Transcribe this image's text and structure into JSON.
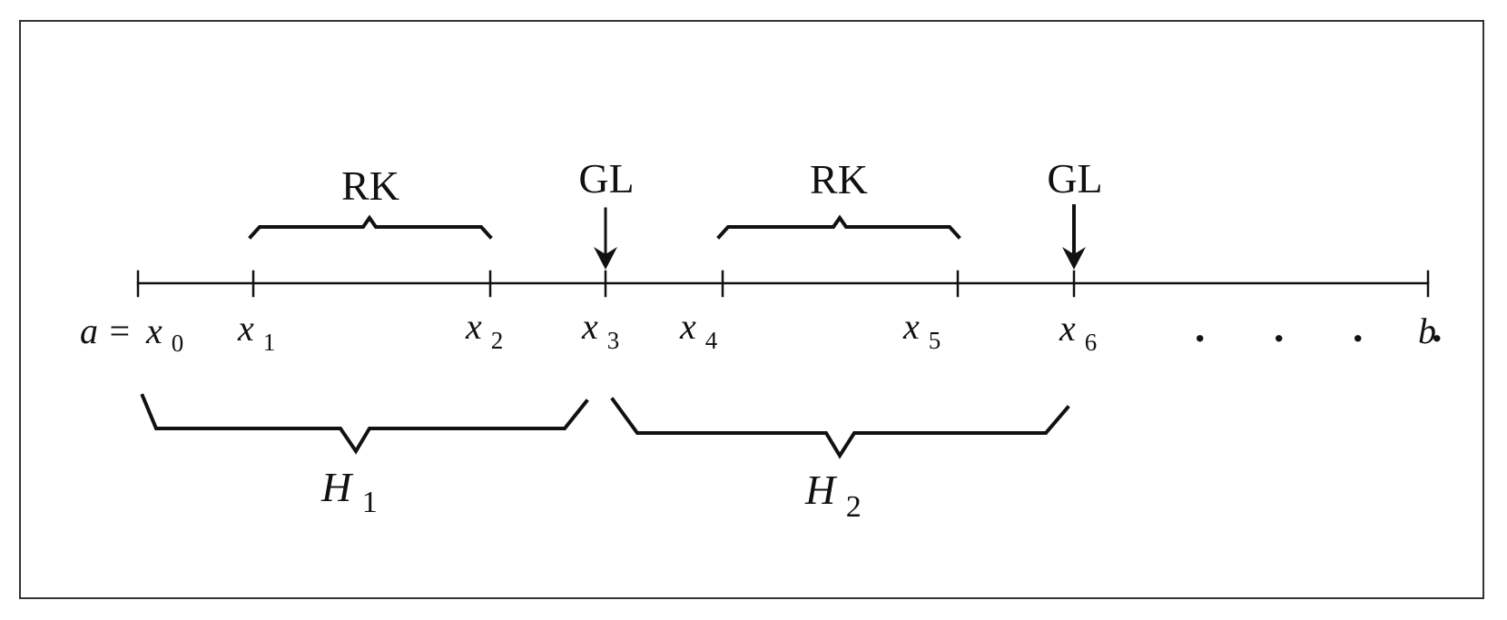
{
  "diagram": {
    "method_labels": {
      "rk": "RK",
      "gl": "GL"
    },
    "points": {
      "x0_prefix": "a =",
      "x_var": "x",
      "subs": [
        "0",
        "1",
        "2",
        "3",
        "4",
        "5",
        "6"
      ],
      "end_label": "b",
      "ellipsis": ". . . ."
    },
    "macro_steps": {
      "var": "H",
      "subs": [
        "1",
        "2"
      ]
    },
    "colors": {
      "ink": "#111111",
      "frame": "#333333",
      "background": "#ffffff"
    }
  }
}
